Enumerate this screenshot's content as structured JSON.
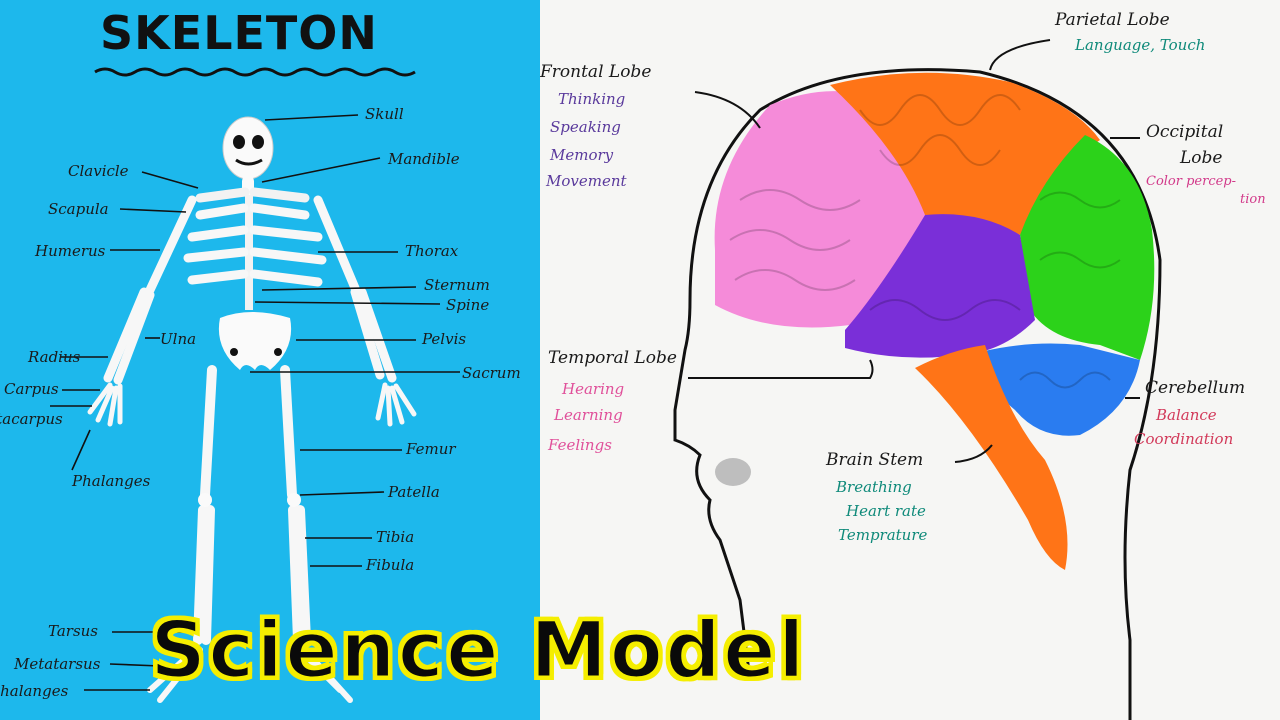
{
  "skeleton": {
    "title": "SKELETON",
    "labels": {
      "skull": "Skull",
      "mandible": "Mandible",
      "clavicle": "Clavicle",
      "scapula": "Scapula",
      "humerus": "Humerus",
      "thorax": "Thorax",
      "sternum": "Sternum",
      "spine": "Spine",
      "ulna": "Ulna",
      "pelvis": "Pelvis",
      "radius": "Radius",
      "sacrum": "Sacrum",
      "carpus": "Carpus",
      "metacarpus": "Metacarpus",
      "phalanges_hand": "Phalanges",
      "femur": "Femur",
      "patella": "Patella",
      "tibia": "Tibia",
      "fibula": "Fibula",
      "tarsus": "Tarsus",
      "metatarsus": "Metatarsus",
      "phalanges_foot": "Phalanges"
    }
  },
  "brain": {
    "frontal": {
      "title": "Frontal Lobe",
      "functions": [
        "Thinking",
        "Speaking",
        "Memory",
        "Movement"
      ]
    },
    "parietal": {
      "title": "Parietal Lobe",
      "functions": [
        "Language, Touch"
      ]
    },
    "occipital": {
      "title": "Occipital",
      "title2": "Lobe",
      "functions": [
        "Color percep-",
        "tion"
      ]
    },
    "temporal": {
      "title": "Temporal Lobe",
      "functions": [
        "Hearing",
        "Learning",
        "Feelings"
      ]
    },
    "cerebellum": {
      "title": "Cerebellum",
      "functions": [
        "Balance",
        "Coordination"
      ]
    },
    "brainstem": {
      "title": "Brain Stem",
      "functions": [
        "Breathing",
        "Heart rate",
        "Temprature"
      ]
    }
  },
  "banner": {
    "text": "Science Model"
  },
  "colors": {
    "left_bg": "#1db8ec",
    "frontal": "#f58bd9",
    "parietal": "#ff7417",
    "occipital": "#2cd21a",
    "temporal": "#7a2fd8",
    "cerebellum": "#2a7cf0",
    "brainstem": "#ff7417",
    "banner_fill": "#0a0a0a",
    "banner_stroke": "#f5ee00"
  }
}
